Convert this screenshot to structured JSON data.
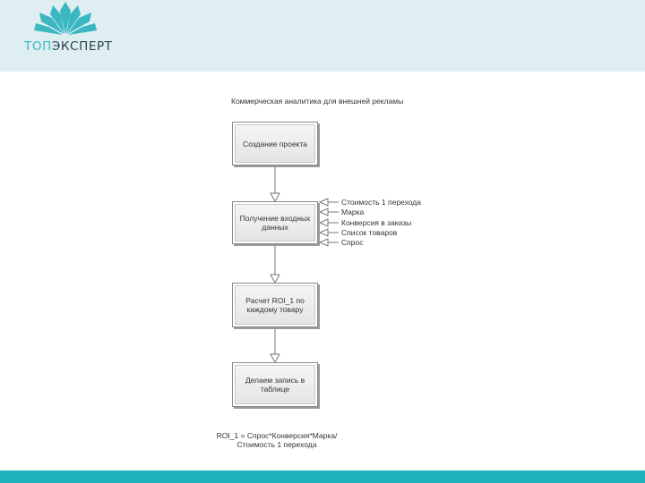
{
  "header": {
    "logo_icon": "lotus-flower-icon",
    "logo_text_first": "ТОП",
    "logo_text_rest": "ЭКСПЕРТ"
  },
  "diagram": {
    "title": "Коммерческая аналитика для внешней рекламы",
    "steps": [
      "Создание проекта",
      "Получение входных данных",
      "Расчет ROI_1 по каждому товару",
      "Делаем запись в таблице"
    ],
    "inputs": [
      "Стоимость 1 перехода",
      "Марка",
      "Конверсия в заказы",
      "Список товаров",
      "Спрос"
    ],
    "formula_line1": "ROI_1 = Спрос*Конверсия*Марка/",
    "formula_line2": "Стоимость 1 перехода"
  },
  "colors": {
    "header_bg": "#dfeef0",
    "accent": "#1fb2bc",
    "logo_text": "#2a4250"
  }
}
